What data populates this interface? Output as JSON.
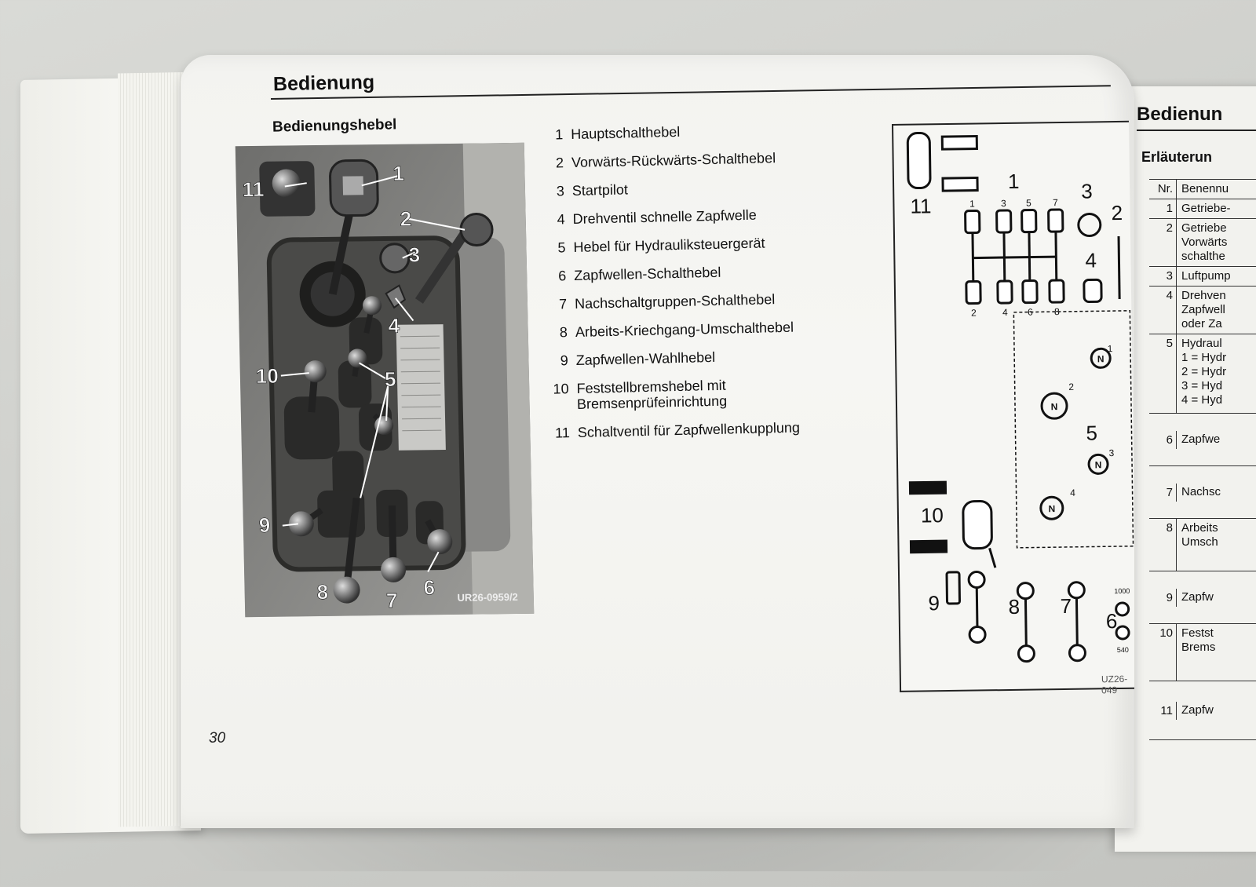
{
  "page": {
    "section_title": "Bedienung",
    "subsection_title": "Bedienungshebel",
    "page_number": "30",
    "photo_code": "UR26-0959/2",
    "photo_labels": [
      "1",
      "2",
      "3",
      "4",
      "5",
      "6",
      "7",
      "8",
      "9",
      "10",
      "11"
    ],
    "legend": [
      {
        "num": "1",
        "text": "Hauptschalthebel"
      },
      {
        "num": "2",
        "text": "Vorwärts-Rückwärts-Schalthebel"
      },
      {
        "num": "3",
        "text": "Startpilot"
      },
      {
        "num": "4",
        "text": "Drehventil schnelle Zapfwelle"
      },
      {
        "num": "5",
        "text": "Hebel für Hydrauliksteuergerät"
      },
      {
        "num": "6",
        "text": "Zapfwellen-Schalthebel"
      },
      {
        "num": "7",
        "text": "Nachschaltgruppen-Schalthebel"
      },
      {
        "num": "8",
        "text": "Arbeits-Kriechgang-Umschalthebel"
      },
      {
        "num": "9",
        "text": "Zapfwellen-Wahlhebel"
      },
      {
        "num": "10",
        "text": "Feststellbremshebel mit\nBremsenprüfeinrichtung"
      },
      {
        "num": "11",
        "text": "Schaltventil für Zapfwellenkupplung"
      }
    ],
    "diagram": {
      "labels": {
        "l11": "11",
        "l1": "1",
        "l3": "3",
        "l2": "2",
        "l4": "4",
        "l5": "5",
        "l10": "10",
        "l9": "9",
        "l8": "8",
        "l7": "7",
        "l6": "6"
      },
      "gear_top": [
        "1",
        "3",
        "5",
        "7"
      ],
      "gear_bottom": [
        "2",
        "4",
        "6",
        "8"
      ],
      "hydraulic_positions": [
        "1",
        "2",
        "3",
        "4"
      ],
      "neutral": "N",
      "pto_speeds": [
        "1000",
        "540"
      ],
      "code": "UZ26-049"
    }
  },
  "right_page": {
    "title": "Bedienun",
    "subtitle": "Erläuterun",
    "header": {
      "nr": "Nr.",
      "name": "Benennu"
    },
    "rows": [
      {
        "nr": "1",
        "name": "Getriebe-"
      },
      {
        "nr": "2",
        "name": "Getriebe\nVorwärts\nschalthe"
      },
      {
        "nr": "3",
        "name": "Luftpump"
      },
      {
        "nr": "4",
        "name": "Drehven\nZapfwell\noder Za"
      },
      {
        "nr": "5",
        "name": "Hydraul\n1 = Hydr\n2 = Hydr\n3 = Hyd\n4 = Hyd"
      },
      {
        "nr": "6",
        "name": "Zapfwe"
      },
      {
        "nr": "7",
        "name": "Nachsc"
      },
      {
        "nr": "8",
        "name": "Arbeits\nUmsch"
      },
      {
        "nr": "9",
        "name": "Zapfw"
      },
      {
        "nr": "10",
        "name": "Festst\nBrems"
      },
      {
        "nr": "11",
        "name": "Zapfw"
      }
    ]
  }
}
